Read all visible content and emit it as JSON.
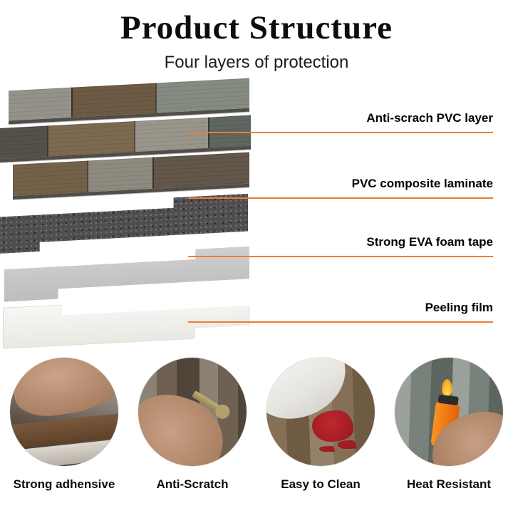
{
  "colors": {
    "accent": "#ED7D31"
  },
  "header": {
    "title": "Product Structure",
    "subtitle": "Four layers of protection"
  },
  "layers": [
    {
      "label": "Anti-scrach PVC layer"
    },
    {
      "label": "PVC composite laminate"
    },
    {
      "label": "Strong EVA foam tape"
    },
    {
      "label": "Peeling film"
    }
  ],
  "features": [
    {
      "label": "Strong adhensive"
    },
    {
      "label": "Anti-Scratch"
    },
    {
      "label": "Easy to Clean"
    },
    {
      "label": "Heat Resistant"
    }
  ]
}
